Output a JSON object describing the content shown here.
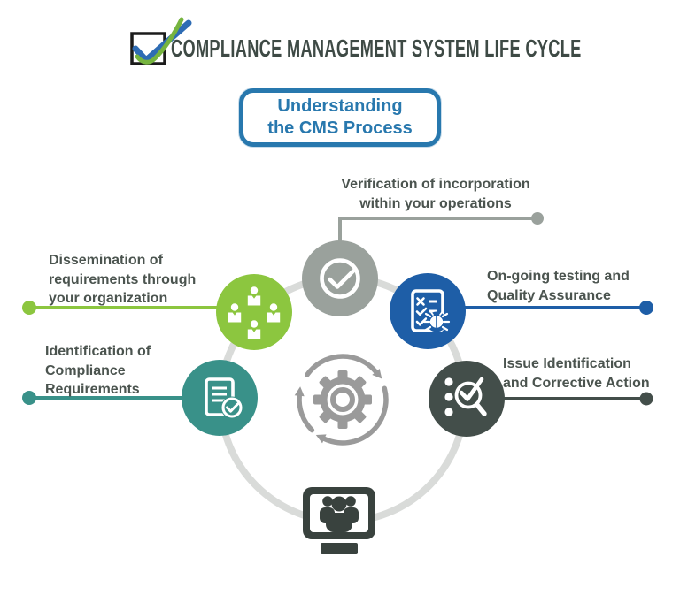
{
  "header": {
    "title": "COMPLIANCE MANAGEMENT SYSTEM LIFE CYCLE",
    "logo": "double-checkmark-box-icon"
  },
  "subtitle_box": {
    "text": "Understanding\nthe CMS Process"
  },
  "steps": {
    "verification": {
      "label": "Verification of incorporation\nwithin your operations",
      "icon": "check-circle-icon"
    },
    "testing": {
      "label": "On-going testing and\nQuality Assurance",
      "icon": "checklist-bug-icon"
    },
    "issue": {
      "label": "Issue Identification\nand Corrective Action",
      "icon": "magnifier-check-icon"
    },
    "dissemination": {
      "label": "Dissemination of\nrequirements through\nyour organization",
      "icon": "people-network-icon"
    },
    "identification": {
      "label": "Identification of\nCompliance\nRequirements",
      "icon": "document-check-icon"
    },
    "center": {
      "icon": "gear-rotation-icon"
    },
    "bottom": {
      "icon": "monitor-people-icon"
    }
  },
  "colors": {
    "verification": "#9aa19c",
    "testing": "#1e5ea7",
    "issue": "#434e4a",
    "dissemination": "#8cc63f",
    "identification": "#399189",
    "ring": "#d9dbd9",
    "gear": "#9a9a9a",
    "monitor": "#39423e",
    "accent_blue": "#2878ae",
    "title_text": "#3e4a45",
    "label_text": "#4b544f",
    "logo_green": "#76b43f",
    "logo_blue": "#2e6cb4"
  }
}
